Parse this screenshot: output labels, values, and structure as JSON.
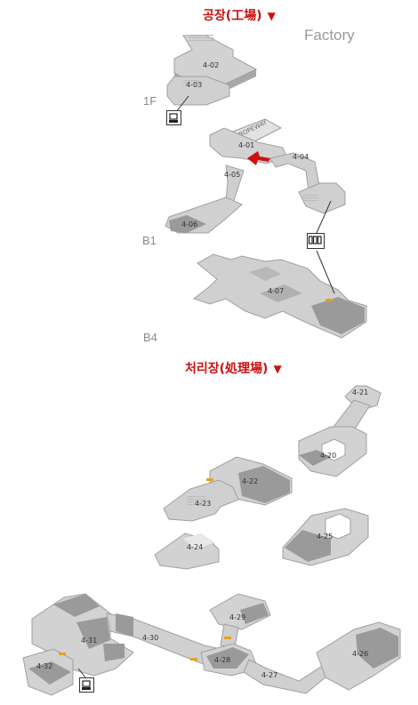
{
  "headers": {
    "factory": {
      "korean": "공장",
      "kanji": "(工場)",
      "arrow": "▼"
    },
    "processing": {
      "korean": "처리장",
      "kanji": "(処理場)",
      "arrow": "▼"
    }
  },
  "factory_label": "Factory",
  "floors": {
    "f1": "1F",
    "b1": "B1",
    "b4": "B4"
  },
  "rooms": {
    "r402": "4-02",
    "r403": "4-03",
    "r401": "4-01",
    "r404": "4-04",
    "r405": "4-05",
    "r406": "4-06",
    "r407": "4-07",
    "r421": "4-21",
    "r420": "4-20",
    "r422": "4-22",
    "r423": "4-23",
    "r424": "4-24",
    "r425": "4-25",
    "r429": "4-29",
    "r431": "4-31",
    "r430": "4-30",
    "r428": "4-28",
    "r432": "4-32",
    "r427": "4-27",
    "r426": "4-26"
  },
  "ropeway_label": "ROPEWAY",
  "icons": {
    "computer": "computer-terminal-icon",
    "elevator": "elevator-panel-icon"
  },
  "colors": {
    "header": "#cc1111",
    "floor_top": "#d2d2d2",
    "dark_area": "#9a9a9a",
    "wall": "#a8a8a8",
    "marker": "#e8a020",
    "entry_arrow": "#cc1111"
  }
}
